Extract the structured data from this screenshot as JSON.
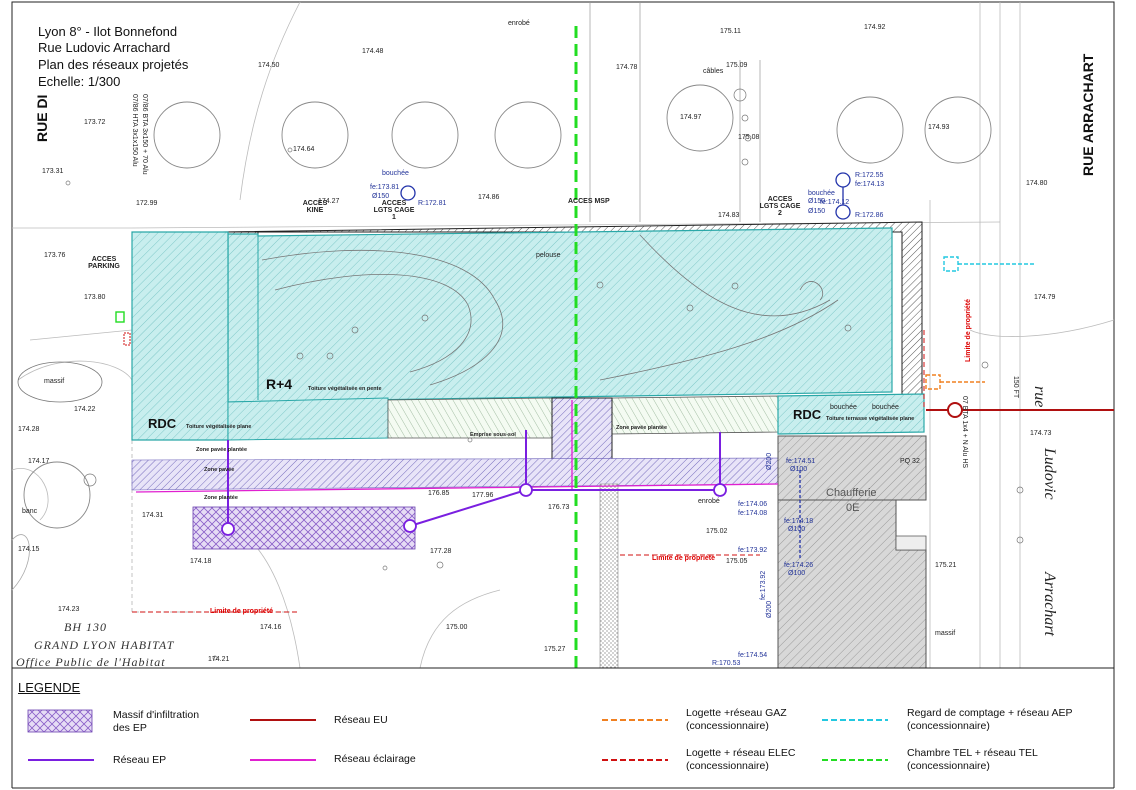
{
  "title": {
    "line1": "Lyon 8° - Ilot Bonnefond",
    "line2": "Rue Ludovic Arrachard",
    "line3": "Plan des réseaux projetés",
    "line4": "Echelle: 1/300"
  },
  "streets": {
    "left": "RUE DI",
    "right": "RUE ARRACHART",
    "right_italic_1": "rue",
    "right_italic_2": "Ludovic",
    "right_italic_3": "Arrachart"
  },
  "labels": {
    "acces_parking": "ACCES PARKING",
    "acces_kine": "ACCES KINE",
    "acces_lgts_1": "ACCES LGTS CAGE 1",
    "acces_msp": "ACCES MSP",
    "acces_lgts_2": "ACCES LGTS CAGE 2",
    "r4": "R+4",
    "rdc_left": "RDC",
    "rdc_right": "RDC",
    "chaufferie": "Chaufferie",
    "chaufferie_sub": "0E",
    "pelouse": "pelouse",
    "enrobe_top": "enrobé",
    "enrobe_mid": "enrobé",
    "massif_left": "massif",
    "massif_right": "massif",
    "toiture_r4": "Toiture végétalisée en pente",
    "toiture_rdc_left": "Toiture végétalisée plane",
    "toiture_rdc_right": "Toiture terrasse végétalisée plane",
    "zone_pavee_plantee": "Zone pavée plantée",
    "zone_pavee": "Zone pavée",
    "zone_plantee": "Zone plantée",
    "zone_pavee_plantee_2": "Zone pavée plantée",
    "emprise": "Emprise sous-sol",
    "limite_1": "Limite de propriété",
    "limite_2": "Limite de propriété",
    "limite_3": "Limite de propriété",
    "bh": "BH 130",
    "grand_lyon": "GRAND LYON HABITAT",
    "office": "Office Public de l'Habitat",
    "bouchee_1": "bouchée",
    "bouchee_2": "bouchée",
    "bouchee_3": "bouchée",
    "bouchee_4": "bouchée",
    "cables": "câbles",
    "banc": "banc",
    "hta_left": "07/86 BTA 3x150 + 70 Alu",
    "hta_left_2": "07/86 HTA 3x1x150 Alu",
    "hta_right": "07 BTA 1x4 + N Alu HS",
    "cable_150": "150 FT"
  },
  "levels": {
    "l1": "174.50",
    "l2": "174.48",
    "l3": "174.78",
    "l4": "174.97",
    "l5": "174.92",
    "l6": "174.93",
    "l7": "173.72",
    "l8": "173.31",
    "l9": "172.99",
    "l10": "174.64",
    "l11": "174.27",
    "l12": "174.86",
    "l13": "174.83",
    "l14": "174.80",
    "l15": "173.76",
    "l16": "173.80",
    "l17": "174.22",
    "l18": "174.28",
    "l19": "174.17",
    "l20": "174.31",
    "l21": "174.15",
    "l22": "174.18",
    "l23": "174.23",
    "l24": "174.16",
    "l25": "174.21",
    "l26": "175.00",
    "l27": "175.27",
    "l28": "176.85",
    "l29": "177.96",
    "l30": "176.73",
    "l31": "177.28",
    "l32": "175.02",
    "l33": "175.05",
    "l34": "175.21",
    "l35": "174.73",
    "l36": "174.79",
    "l37": "175.09",
    "l38": "175.08",
    "l39": "175.11",
    "fe1": "fe:173.81",
    "fe1d": "Ø150",
    "r1": "R:172.81",
    "r2": "R:172.55",
    "fe2": "fe:174.13",
    "fe2d": "Ø150",
    "fe3": "fe:174.12",
    "fe3d": "Ø150",
    "r3": "R:172.86",
    "fe4": "fe:174.51",
    "fe4d": "Ø100",
    "fe5": "fe:174.06",
    "fe6": "fe:174.08",
    "fe7": "fe:174.18",
    "fe7d": "Ø100",
    "fe8": "fe:173.92",
    "fe9": "fe:173.92",
    "fe10": "fe:174.26",
    "fe10d": "Ø100",
    "fe11": "fe:174.54",
    "r4": "R:170.53",
    "pq": "PQ 32",
    "d200a": "Ø200",
    "d200b": "Ø200"
  },
  "legend": {
    "title": "LEGENDE",
    "items": [
      {
        "label": "Massif d'infiltration",
        "sub": "des EP",
        "color": "#7a3fd0"
      },
      {
        "label": "Réseau EU",
        "sub": "",
        "color": "#b01010"
      },
      {
        "label": "Logette +réseau  GAZ",
        "sub": "(concessionnaire)",
        "color": "#f08020"
      },
      {
        "label": "Regard de comptage + réseau AEP",
        "sub": "(concessionnaire)",
        "color": "#22c8e0"
      },
      {
        "label": "Réseau EP",
        "sub": "",
        "color": "#7a1fe0"
      },
      {
        "label": "Réseau éclairage",
        "sub": "",
        "color": "#e020d0"
      },
      {
        "label": "Logette + réseau ELEC",
        "sub": "(concessionnaire)",
        "color": "#d01010"
      },
      {
        "label": "Chambre TEL + réseau TEL",
        "sub": "(concessionnaire)",
        "color": "#22dd22"
      }
    ]
  },
  "colors": {
    "building_fill": "#c8eeee",
    "building_stroke": "#2aa8a8",
    "ep": "#7a1fe0",
    "eu": "#b01010",
    "eclairage": "#e020d0",
    "tel": "#22dd22",
    "gaz": "#f08020",
    "aep": "#22c8e0",
    "elec": "#d01010"
  }
}
